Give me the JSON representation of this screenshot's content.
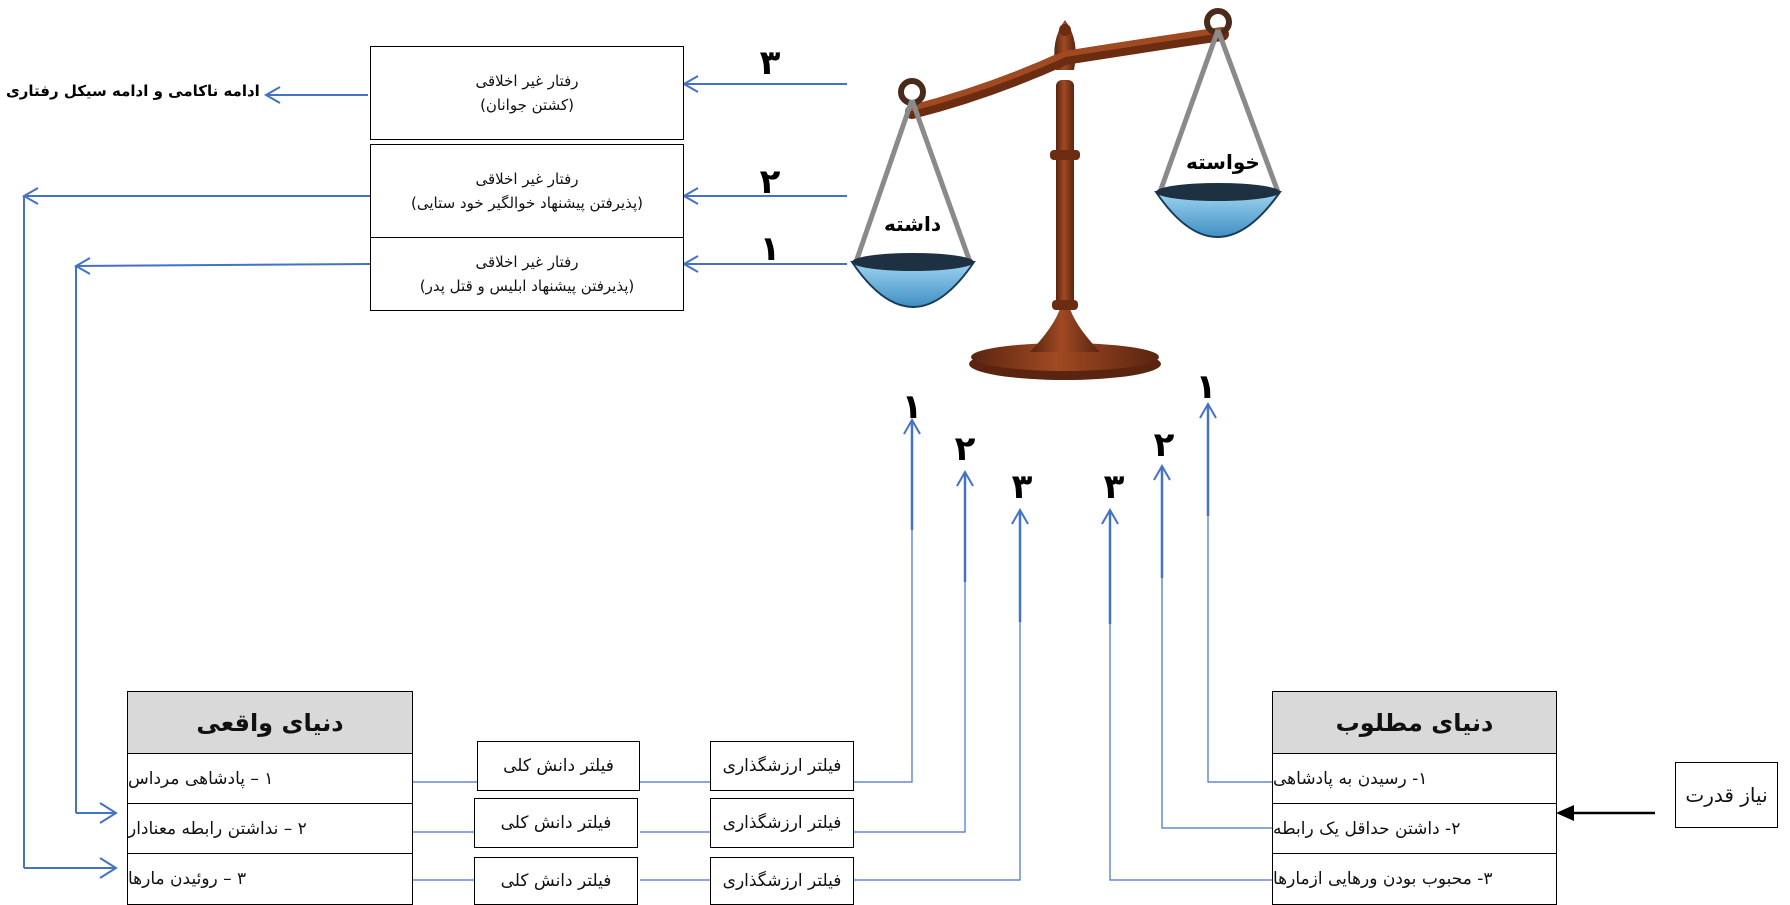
{
  "outcome_text": "ادامه ناکامی و ادامه سیکل رفتاری",
  "behaviors": [
    {
      "title": "رفتار غیر اخلاقی",
      "detail": "(کشتن جوانان)",
      "number": "۳"
    },
    {
      "title": "رفتار غیر اخلاقی",
      "detail": "(پذیرفتن پیشنهاد خوالگیر خود ستایی)",
      "number": "۲"
    },
    {
      "title": "رفتار غیر اخلاقی",
      "detail": "(پذیرفتن پیشنهاد ابلیس و قتل پدر)",
      "number": "۱"
    }
  ],
  "scale": {
    "left_pan": "داشته",
    "right_pan": "خواسته"
  },
  "real_world": {
    "title": "دنیای واقعی",
    "items": [
      "۱ – پادشاهی مرداس",
      "۲ – نداشتن رابطه معنادار",
      "۳ – روئیدن مارها"
    ]
  },
  "desired_world": {
    "title": "دنیای مطلوب",
    "items": [
      "۱- رسیدن به پادشاهی",
      "۲- داشتن حداقل یک رابطه",
      "۳- محبوب بودن ورهایی ازمارها"
    ]
  },
  "filters": {
    "knowledge": [
      "فیلتر دانش کلی",
      "فیلتر دانش کلی",
      "فیلتر دانش کلی"
    ],
    "value": [
      "فیلتر ارزشگذاری",
      "فیلتر ارزشگذاری",
      "فیلتر ارزشگذاری"
    ]
  },
  "arrow_numbers_real": [
    "۱",
    "۲",
    "۳"
  ],
  "arrow_numbers_desired": [
    "۱",
    "۲",
    "۳"
  ],
  "need": "نیاز قدرت",
  "colors": {
    "arrow": "#4472c4",
    "header_fill": "#d9d9d9",
    "pan_fill": "#6fb3dc",
    "wood": "#8b3a1e"
  }
}
